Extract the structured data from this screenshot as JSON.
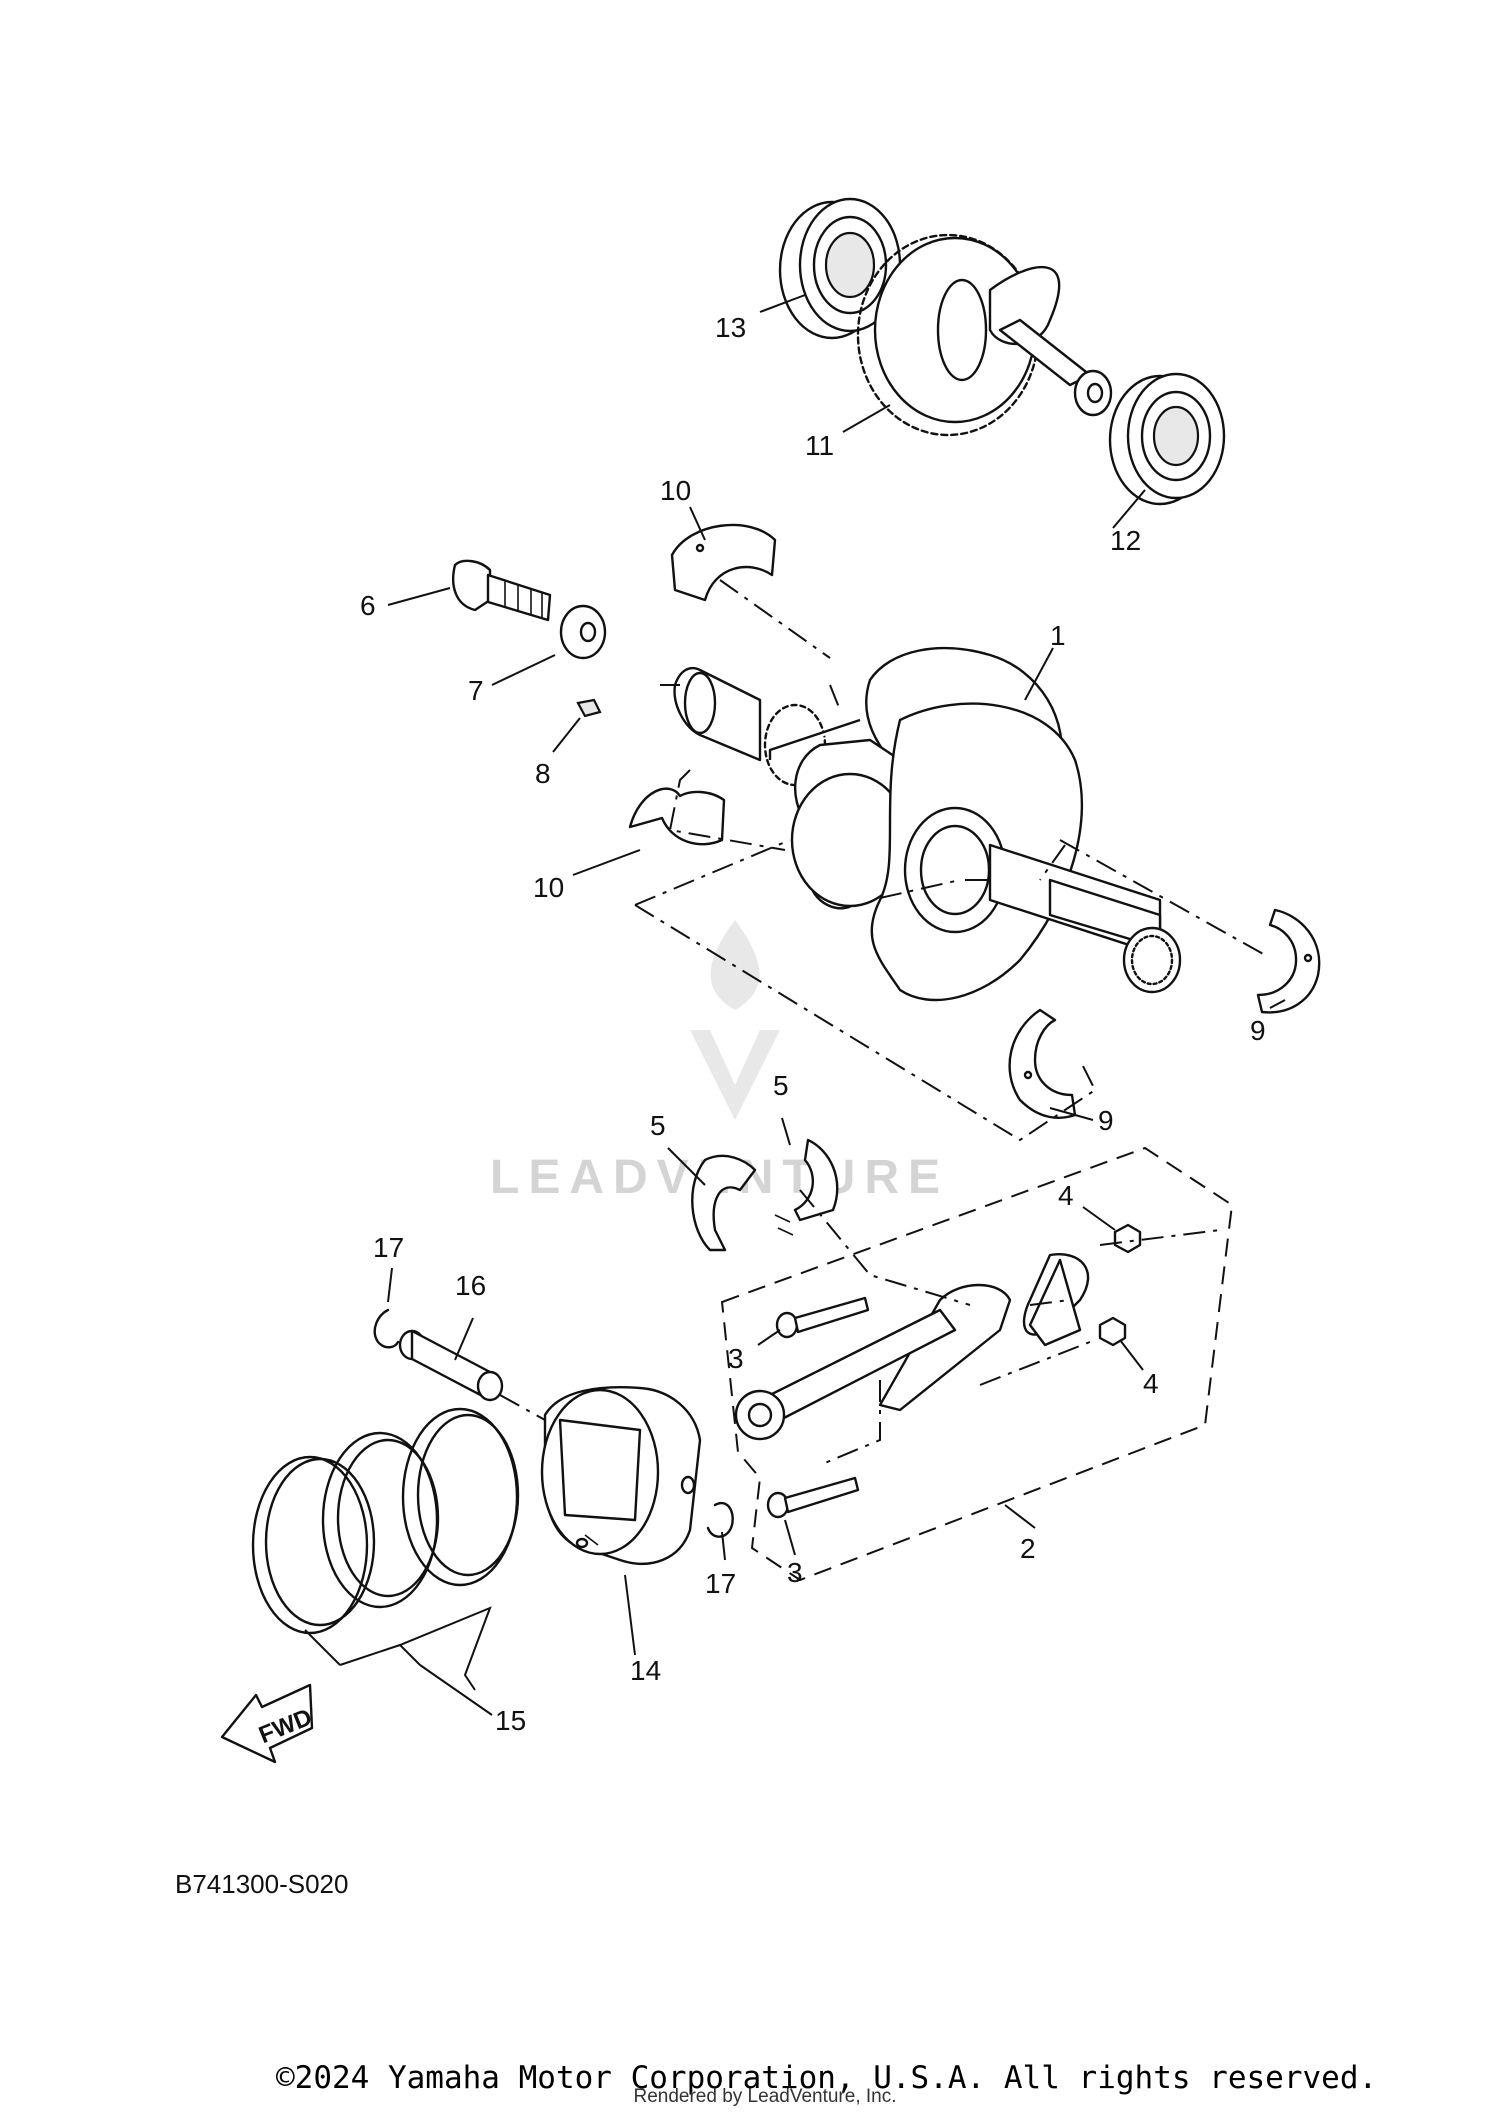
{
  "diagram": {
    "drawing_code": "B741300-S020",
    "fwd_label": "FWD",
    "watermark_text": "LEADVENTURE",
    "copyright": "©2024 Yamaha Motor Corporation, U.S.A. All rights reserved.",
    "rendered_by": "Rendered by LeadVenture, Inc.",
    "callouts": {
      "c1": "1",
      "c2": "2",
      "c3a": "3",
      "c3b": "3",
      "c4a": "4",
      "c4b": "4",
      "c5a": "5",
      "c5b": "5",
      "c6": "6",
      "c7": "7",
      "c8": "8",
      "c9a": "9",
      "c9b": "9",
      "c10a": "10",
      "c10b": "10",
      "c11": "11",
      "c12": "12",
      "c13": "13",
      "c14": "14",
      "c15": "15",
      "c16": "16",
      "c17a": "17",
      "c17b": "17"
    }
  }
}
